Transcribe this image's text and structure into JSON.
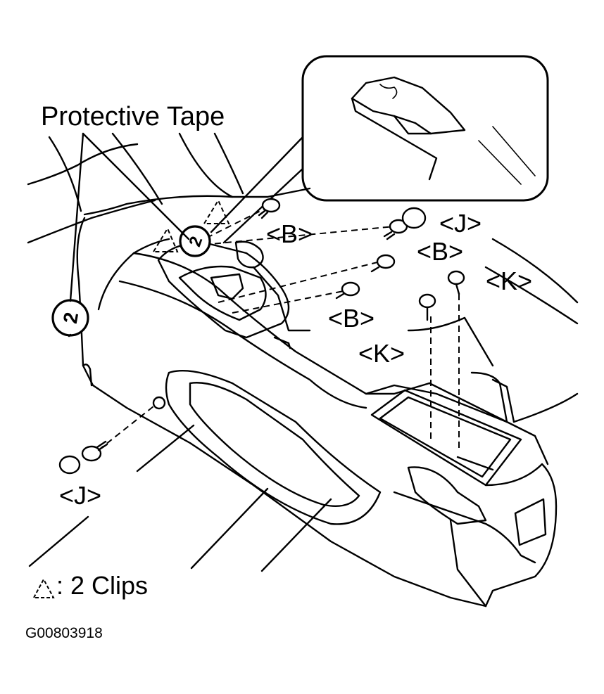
{
  "labels": {
    "protective_tape": "Protective Tape",
    "clip_legend": ": 2 Clips",
    "figure_id": "G00803918",
    "callout_j": "<J>",
    "callout_b": "<B>",
    "callout_k": "<K>"
  },
  "marker_glyph": "2",
  "icons": [
    "clip-triangle-icon",
    "numbered-circle-icon",
    "bolt-icon",
    "screw-icon",
    "cap-icon"
  ]
}
